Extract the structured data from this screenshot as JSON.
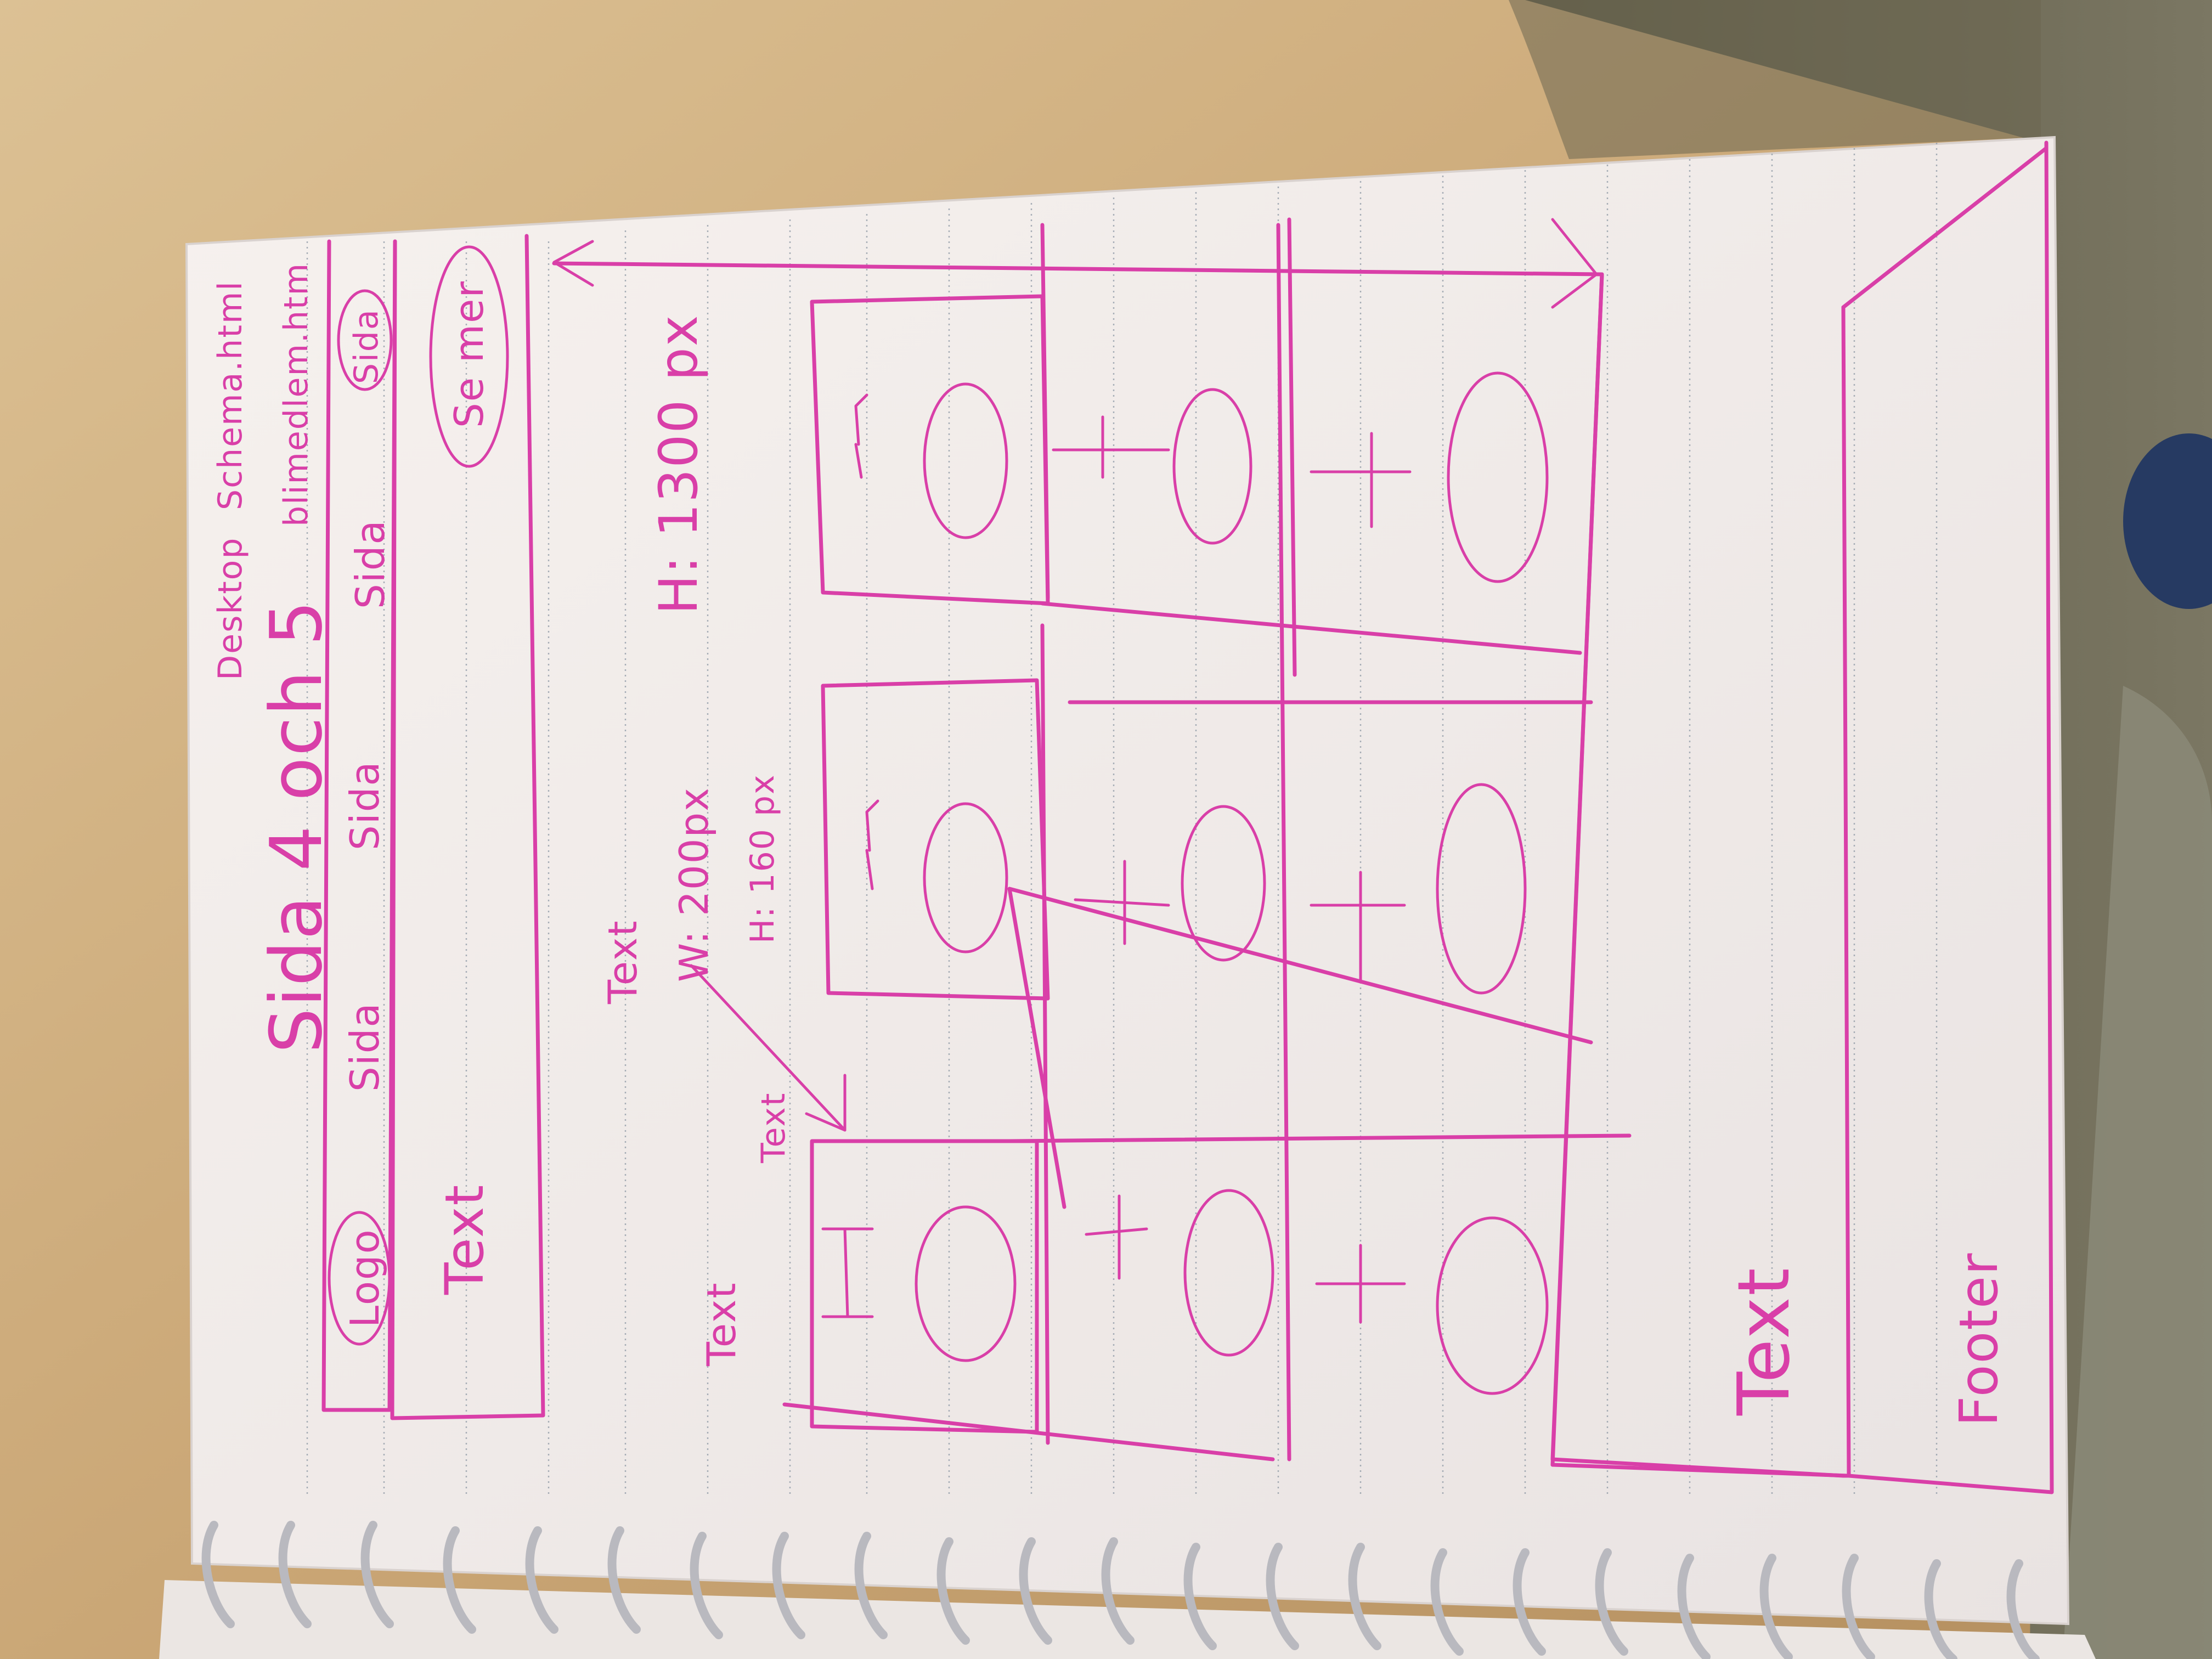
{
  "title": "Sida 4 och 5",
  "note_desktop": "Desktop",
  "note_file1": "Schema.html",
  "note_file2": "blimedlem.htm",
  "nav": {
    "logo": "Logo",
    "items": [
      "Sida",
      "Sida",
      "Sida",
      "Sida"
    ],
    "active_item": "Sida",
    "banner_text": "Text",
    "cta": "Se mer"
  },
  "content": {
    "text1": "Text",
    "text2": "Text",
    "text3": "Text",
    "card_width": "W: 200px",
    "card_height": "H: 160 px",
    "grid_height": "H: 1300 px"
  },
  "bottom_text": "Text",
  "footer": "Footer",
  "colors": {
    "ink": "#d93fa8",
    "paper": "#f3efec",
    "desk": "#c9a878",
    "rule": "#8f9aa6"
  }
}
